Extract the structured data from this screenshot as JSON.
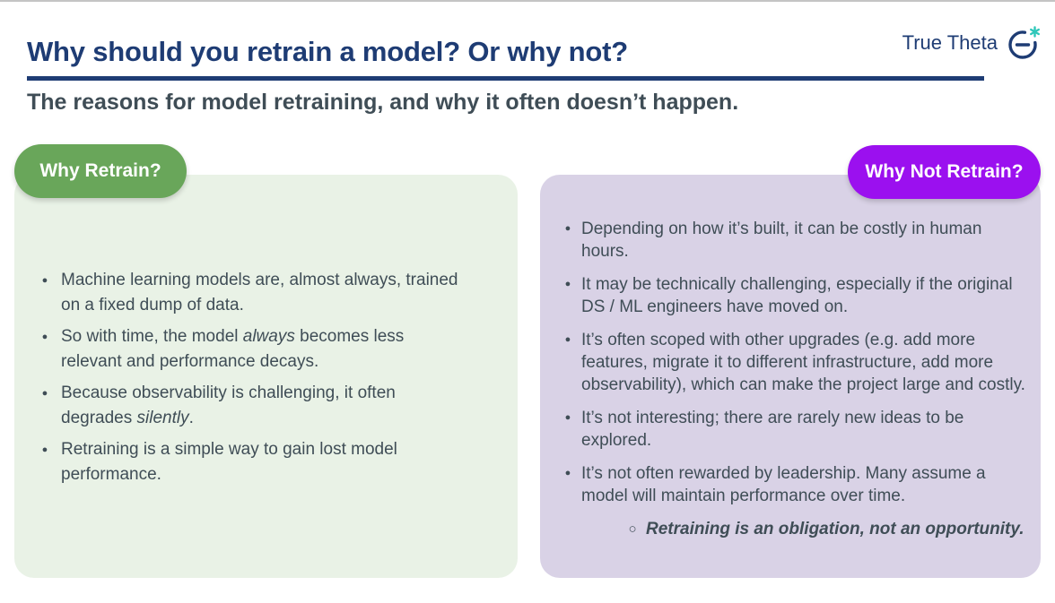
{
  "header": {
    "title": "Why should you retrain a model? Or why not?",
    "subtitle": "The reasons for model retraining, and why it often doesn’t happen.",
    "logo": {
      "text": "True Theta",
      "icon": "theta-circle-asterisk-icon"
    }
  },
  "colors": {
    "navy": "#1e3c74",
    "body_text": "#3f4d56",
    "green_badge": "#69a65a",
    "green_panel": "#e9f2e6",
    "purple_badge": "#9b10ef",
    "purple_panel": "#d9d2e6",
    "teal_accent": "#2fc7b9",
    "top_line": "#c4c4c4"
  },
  "left_panel": {
    "badge_label": "Why Retrain?",
    "bullets": [
      {
        "parts": [
          [
            "n",
            "Machine learning models are, almost always, trained on a fixed dump of data."
          ]
        ]
      },
      {
        "parts": [
          [
            "n",
            "So with time, the model "
          ],
          [
            "i",
            "always"
          ],
          [
            "n",
            " becomes less relevant and performance decays."
          ]
        ]
      },
      {
        "parts": [
          [
            "n",
            "Because observability is challenging, it often degrades "
          ],
          [
            "i",
            "silently"
          ],
          [
            "n",
            "."
          ]
        ]
      },
      {
        "parts": [
          [
            "n",
            "Retraining is a simple way to gain lost model performance."
          ]
        ]
      }
    ]
  },
  "right_panel": {
    "badge_label": "Why Not Retrain?",
    "bullets": [
      {
        "parts": [
          [
            "n",
            "Depending on how it’s built, it can be costly in human hours."
          ]
        ]
      },
      {
        "parts": [
          [
            "n",
            "It may be technically challenging, especially if the original DS / ML engineers have moved on."
          ]
        ]
      },
      {
        "parts": [
          [
            "n",
            "It’s often scoped with other upgrades (e.g. add more features, migrate it to different infrastructure, add more observability), which can make the project large and costly."
          ]
        ]
      },
      {
        "parts": [
          [
            "n",
            "It’s not interesting; there are rarely new ideas to be explored."
          ]
        ]
      },
      {
        "parts": [
          [
            "n",
            "It’s not often rewarded by leadership. Many assume a model will maintain performance over time."
          ]
        ],
        "sub_bullets": [
          {
            "parts": [
              [
                "bi",
                "Retraining is an obligation, not an opportunity."
              ]
            ]
          }
        ]
      }
    ]
  }
}
